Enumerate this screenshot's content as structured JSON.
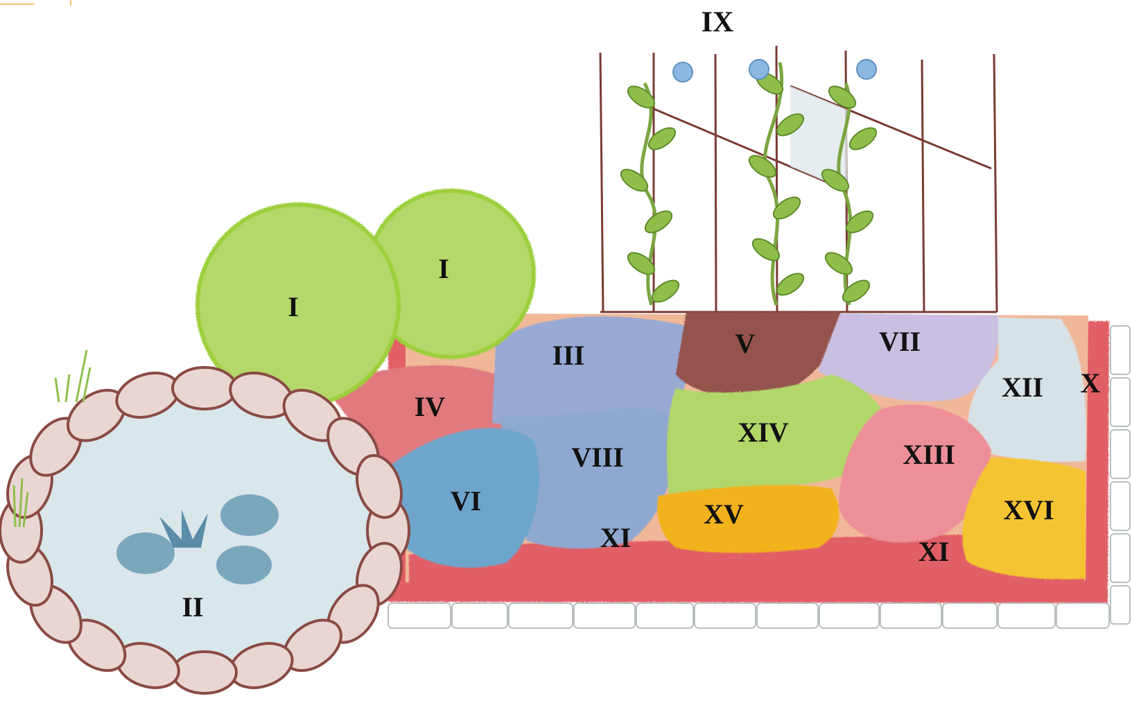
{
  "zones": [
    {
      "id": "I",
      "label": "I",
      "color": "#b5d86a"
    },
    {
      "id": "I-b",
      "label": "I",
      "color": "#b5d86a"
    },
    {
      "id": "II",
      "label": "II",
      "color": "#d9e6ea"
    },
    {
      "id": "III",
      "label": "III",
      "color": "#98a9d4"
    },
    {
      "id": "IV",
      "label": "IV",
      "color": "#e07a7e"
    },
    {
      "id": "V",
      "label": "V",
      "color": "#94524e"
    },
    {
      "id": "VI",
      "label": "VI",
      "color": "#6ea5cc"
    },
    {
      "id": "VII",
      "label": "VII",
      "color": "#c9bfe0"
    },
    {
      "id": "VIII",
      "label": "VIII",
      "color": "#8fa8cf"
    },
    {
      "id": "IX",
      "label": "IX",
      "color": "#7a3a33"
    },
    {
      "id": "X",
      "label": "X",
      "color": "#e15f66"
    },
    {
      "id": "XI",
      "label": "XI",
      "color": "#f0b899"
    },
    {
      "id": "XI-b",
      "label": "XI",
      "color": "#f0b899"
    },
    {
      "id": "XII",
      "label": "XII",
      "color": "#d6e2e6"
    },
    {
      "id": "XIII",
      "label": "XIII",
      "color": "#ec8f98"
    },
    {
      "id": "XIV",
      "label": "XIV",
      "color": "#b3d66b"
    },
    {
      "id": "XV",
      "label": "XV",
      "color": "#f2b21c"
    },
    {
      "id": "XVI",
      "label": "XVI",
      "color": "#f5c432"
    }
  ],
  "colors": {
    "stone": "#8a4a44",
    "water": "#dce7ea",
    "water_plant": "#6a9bb5",
    "wall": "#b9bfc0",
    "trellis": "#7a3a33",
    "vine_leaf": "#8fbf4a",
    "vine_flower": "#8bb8e3"
  }
}
